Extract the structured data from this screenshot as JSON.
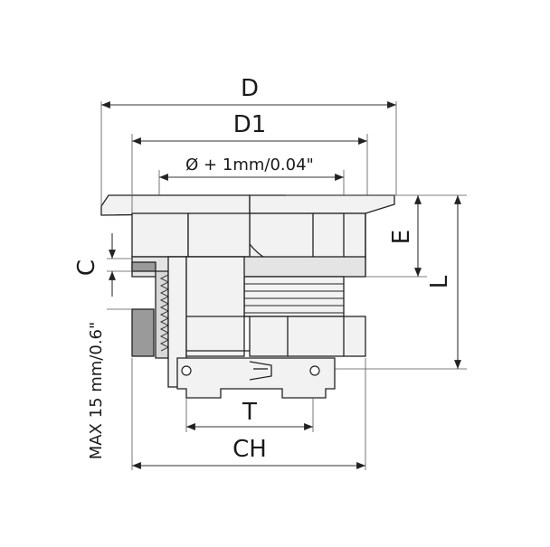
{
  "labels": {
    "D": "D",
    "D1": "D1",
    "diameter": "Ø + 1mm/0.04\"",
    "E": "E",
    "L": "L",
    "C": "C",
    "max": "MAX 15 mm/0.6\"",
    "T": "T",
    "CH": "CH"
  },
  "colors": {
    "body_fill": "#f2f2f2",
    "panel_fill": "#9a9a9a",
    "shade_fill": "#d8d8d8",
    "line": "#222222"
  }
}
